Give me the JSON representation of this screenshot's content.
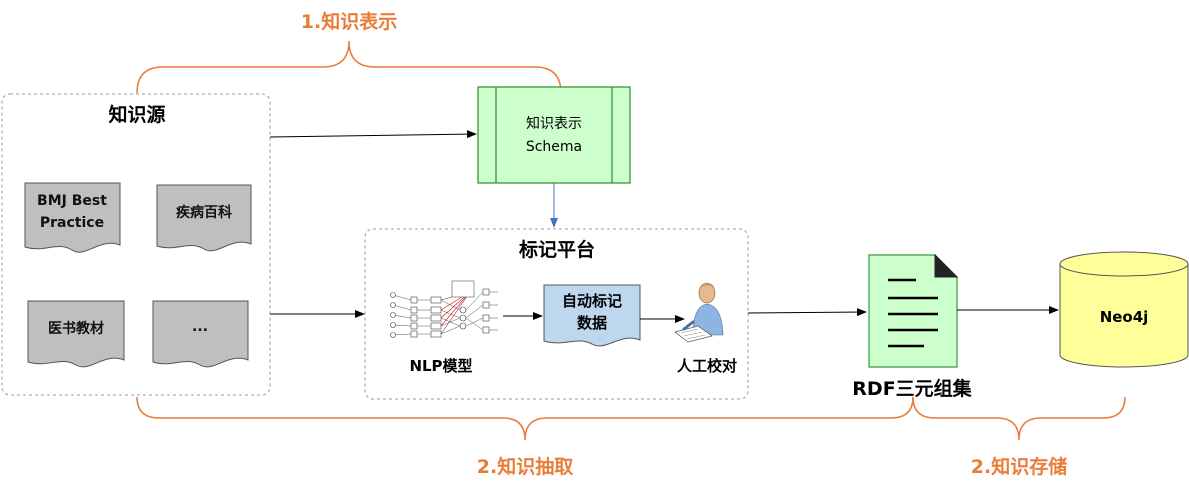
{
  "stages": {
    "representation": "1.知识表示",
    "extraction": "2.知识抽取",
    "storage": "2.知识存储"
  },
  "source": {
    "title": "知识源",
    "docs": {
      "bmj": [
        "BMJ Best",
        "Practice"
      ],
      "encyclopedia": "疾病百科",
      "textbook": "医书教材",
      "more": "..."
    }
  },
  "schema_box": {
    "line1": "知识表示",
    "line2": "Schema"
  },
  "platform": {
    "title": "标记平台",
    "nlp_label": "NLP模型",
    "auto_label": [
      "自动标记",
      "数据"
    ],
    "manual_label": "人工校对"
  },
  "rdf_label": "RDF三元组集",
  "db_label": "Neo4j",
  "colors": {
    "stage_orange": "#e97d38",
    "schema_fill": "#ccffcc",
    "schema_stroke": "#2e8b2e",
    "rdf_fill": "#ccffcc",
    "rdf_stroke": "#3a9a3a",
    "doc_gray": "#bfbfbf",
    "auto_doc_blue": "#bdd7ee",
    "neo4j_yellow": "#ffff99",
    "arrow_blue": "#4472c4"
  },
  "icons": {
    "nlp": "neural-network-diagram-icon",
    "manual": "person-at-desk-icon",
    "rdf": "document-lines-icon",
    "db": "database-cylinder-icon"
  }
}
